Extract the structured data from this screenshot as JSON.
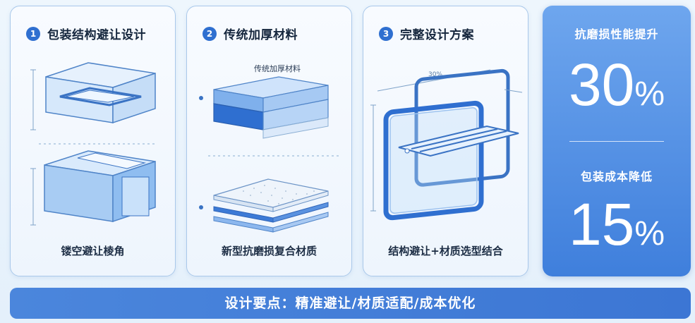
{
  "cards": [
    {
      "num": "1",
      "title": "包装结构避让设计",
      "caption": "镂空避让棱角"
    },
    {
      "num": "2",
      "title": "传统加厚材料",
      "caption": "新型抗磨损复合材质",
      "top_label": "传统加厚材料"
    },
    {
      "num": "3",
      "title": "完整设计方案",
      "caption": "结构避让+材质选型结合",
      "dim_label": "30%"
    }
  ],
  "stats": {
    "wear_label": "抗磨损性能提升",
    "wear_value": "30",
    "wear_unit": "%",
    "cost_label": "包装成本降低",
    "cost_value": "15",
    "cost_unit": "%"
  },
  "banner": "设计要点：精准避让/材质适配/成本优化",
  "colors": {
    "accent": "#2f6fd0",
    "card_border": "#a9c8ea",
    "stat_bg": "#4f8ee4",
    "banner_bg": "#4b86dc"
  }
}
